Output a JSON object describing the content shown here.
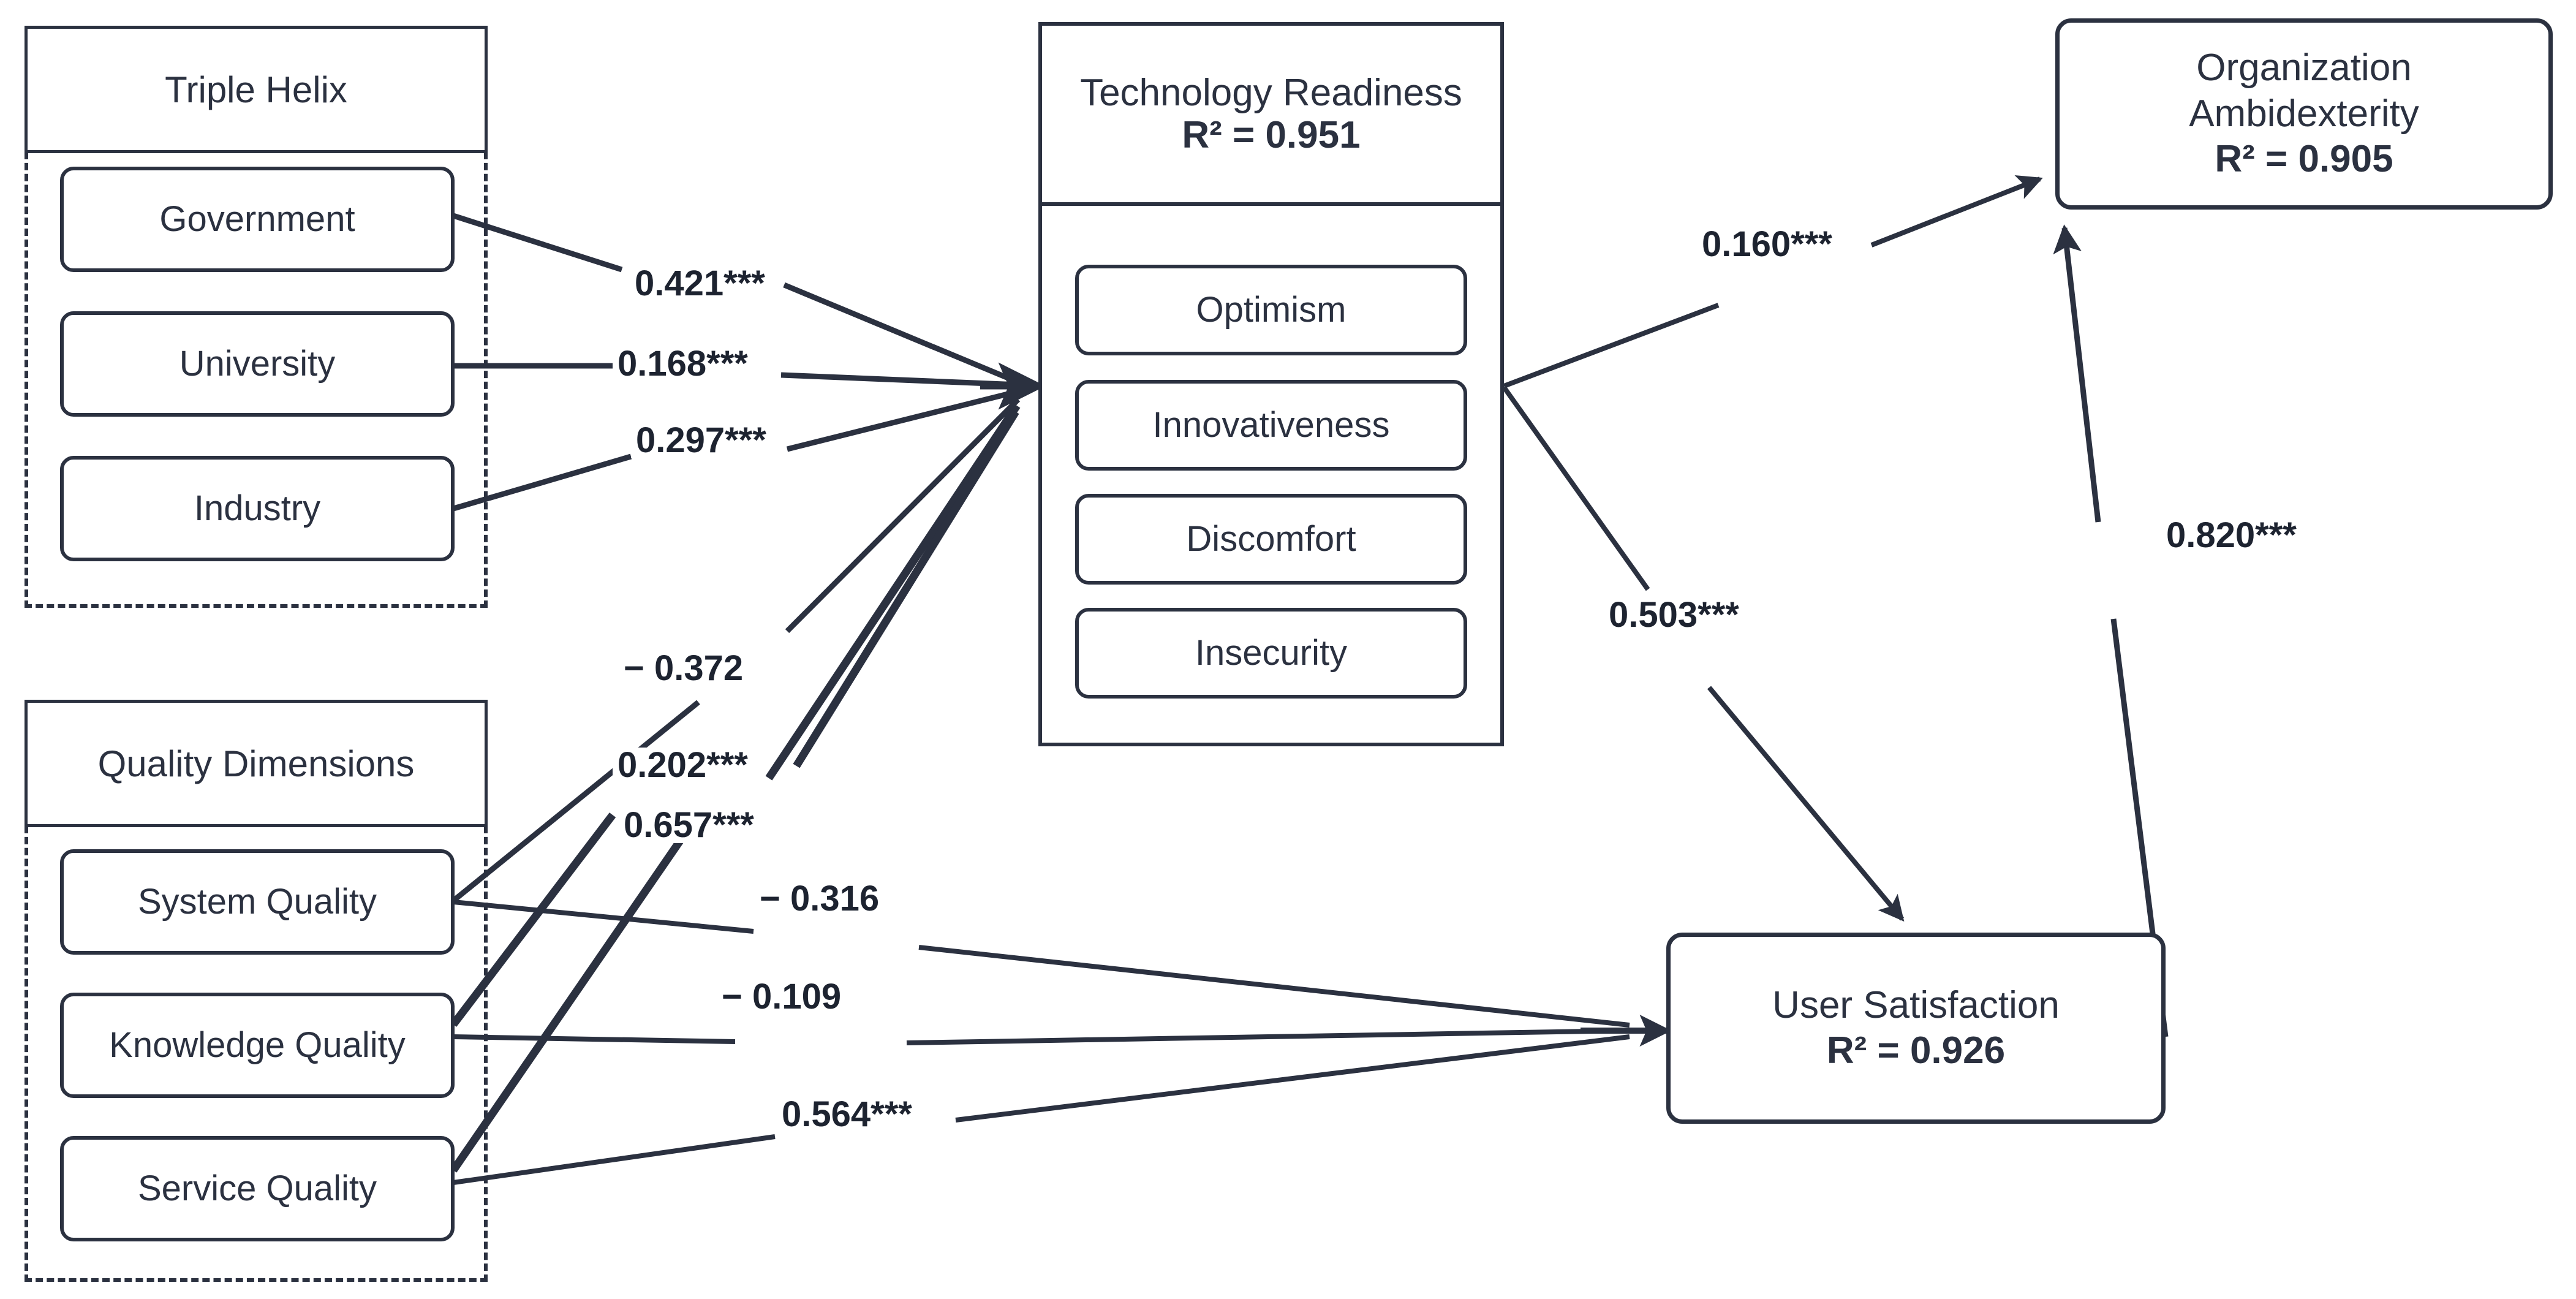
{
  "diagram": {
    "type": "structural-equation-model-path-diagram",
    "groups": [
      {
        "id": "triple-helix",
        "title": "Triple Helix",
        "indicators": [
          "Government",
          "University",
          "Industry"
        ]
      },
      {
        "id": "quality-dimensions",
        "title": "Quality Dimensions",
        "indicators": [
          "System Quality",
          "Knowledge Quality",
          "Service Quality"
        ]
      }
    ],
    "constructs": [
      {
        "id": "technology-readiness",
        "name": "Technology Readiness",
        "r2_label": "R² = 0.951",
        "r2": 0.951,
        "indicators": [
          "Optimism",
          "Innovativeness",
          "Discomfort",
          "Insecurity"
        ]
      },
      {
        "id": "organization-ambidexterity",
        "name_line1": "Organization",
        "name_line2": "Ambidexterity",
        "r2_label": "R² = 0.905",
        "r2": 0.905
      },
      {
        "id": "user-satisfaction",
        "name": "User Satisfaction",
        "r2_label": "R² = 0.926",
        "r2": 0.926
      }
    ],
    "paths": [
      {
        "id": "gov-tr",
        "from": "Government",
        "to": "Technology Readiness",
        "label": "0.421***",
        "coefficient": 0.421,
        "significance": "***"
      },
      {
        "id": "uni-tr",
        "from": "University",
        "to": "Technology Readiness",
        "label": "0.168***",
        "coefficient": 0.168,
        "significance": "***"
      },
      {
        "id": "ind-tr",
        "from": "Industry",
        "to": "Technology Readiness",
        "label": "0.297***",
        "coefficient": 0.297,
        "significance": "***"
      },
      {
        "id": "sys-tr",
        "from": "System Quality",
        "to": "Technology Readiness",
        "label": "− 0.372",
        "coefficient": -0.372,
        "significance": ""
      },
      {
        "id": "kno-tr",
        "from": "Knowledge Quality",
        "to": "Technology Readiness",
        "label": "0.202***",
        "coefficient": 0.202,
        "significance": "***"
      },
      {
        "id": "srv-tr",
        "from": "Service Quality",
        "to": "Technology Readiness",
        "label": "0.657***",
        "coefficient": 0.657,
        "significance": "***"
      },
      {
        "id": "sys-us",
        "from": "System Quality",
        "to": "User Satisfaction",
        "label": "− 0.316",
        "coefficient": -0.316,
        "significance": ""
      },
      {
        "id": "kno-us",
        "from": "Knowledge Quality",
        "to": "User Satisfaction",
        "label": "− 0.109",
        "coefficient": -0.109,
        "significance": ""
      },
      {
        "id": "srv-us",
        "from": "Service Quality",
        "to": "User Satisfaction",
        "label": "0.564***",
        "coefficient": 0.564,
        "significance": "***"
      },
      {
        "id": "tr-oa",
        "from": "Technology Readiness",
        "to": "Organization Ambidexterity",
        "label": "0.160***",
        "coefficient": 0.16,
        "significance": "***"
      },
      {
        "id": "tr-us",
        "from": "Technology Readiness",
        "to": "User Satisfaction",
        "label": "0.503***",
        "coefficient": 0.503,
        "significance": "***"
      },
      {
        "id": "us-oa",
        "from": "User Satisfaction",
        "to": "Organization Ambidexterity",
        "label": "0.820***",
        "coefficient": 0.82,
        "significance": "***"
      }
    ],
    "colors": {
      "stroke": "#2b3140",
      "text": "#1d2330",
      "background": "#ffffff"
    }
  }
}
